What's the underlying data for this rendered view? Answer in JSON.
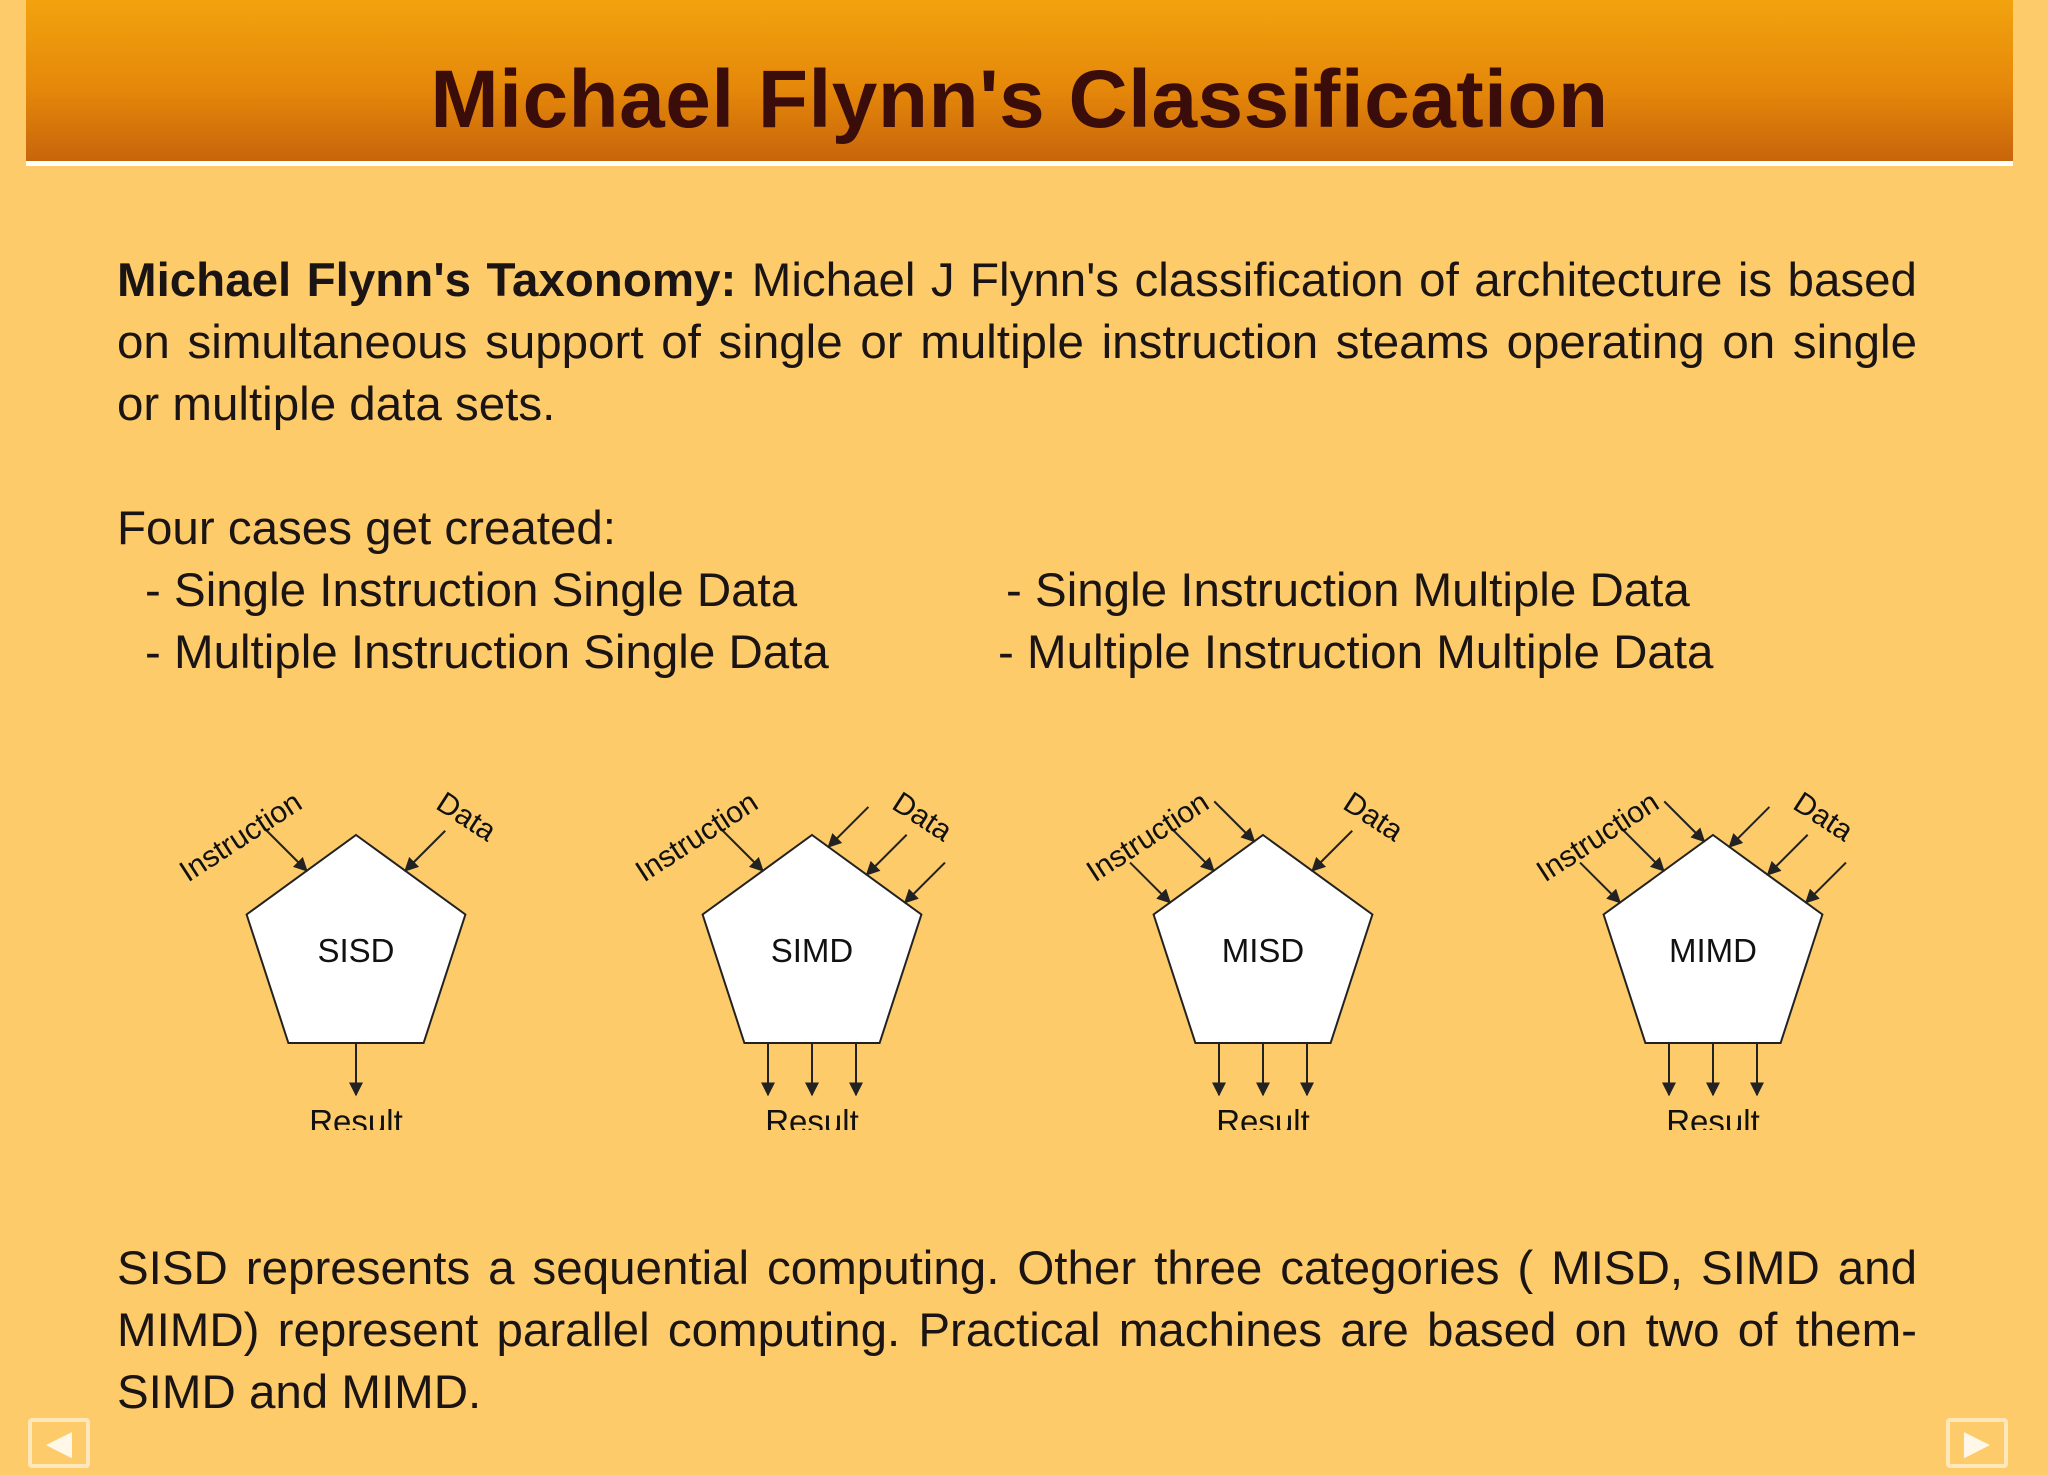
{
  "slide": {
    "title": "Michael Flynn's Classification",
    "intro_bold": "Michael Flynn's Taxonomy:",
    "intro_text": " Michael J Flynn's classification of architecture is based on simultaneous support of single or multiple instruction steams operating on single or multiple data sets.",
    "cases_heading": "Four cases get created:",
    "cases": [
      "- Single Instruction Single Data",
      "- Single Instruction Multiple Data",
      "- Multiple Instruction Single Data",
      "- Multiple Instruction Multiple Data"
    ],
    "conclusion": "SISD represents a sequential computing. Other three categories ( MISD, SIMD and MIMD) represent parallel computing. Practical machines are based on two of them- SIMD and MIMD."
  },
  "diagram": {
    "instruction_label": "Instruction",
    "data_label": "Data",
    "result_label": "Result",
    "blocks": [
      {
        "name": "SISD",
        "instruction_streams": 1,
        "data_streams": 1,
        "result_streams": 1
      },
      {
        "name": "SIMD",
        "instruction_streams": 1,
        "data_streams": 3,
        "result_streams": 3
      },
      {
        "name": "MISD",
        "instruction_streams": 3,
        "data_streams": 1,
        "result_streams": 3
      },
      {
        "name": "MIMD",
        "instruction_streams": 3,
        "data_streams": 3,
        "result_streams": 3
      }
    ]
  },
  "nav": {
    "prev_glyph": "◀",
    "next_glyph": "▶"
  },
  "colors": {
    "background": "#fdcb69",
    "title_bar_top": "#f2a30e",
    "title_bar_bottom": "#c8650b",
    "title_text": "#3a0d0a"
  }
}
